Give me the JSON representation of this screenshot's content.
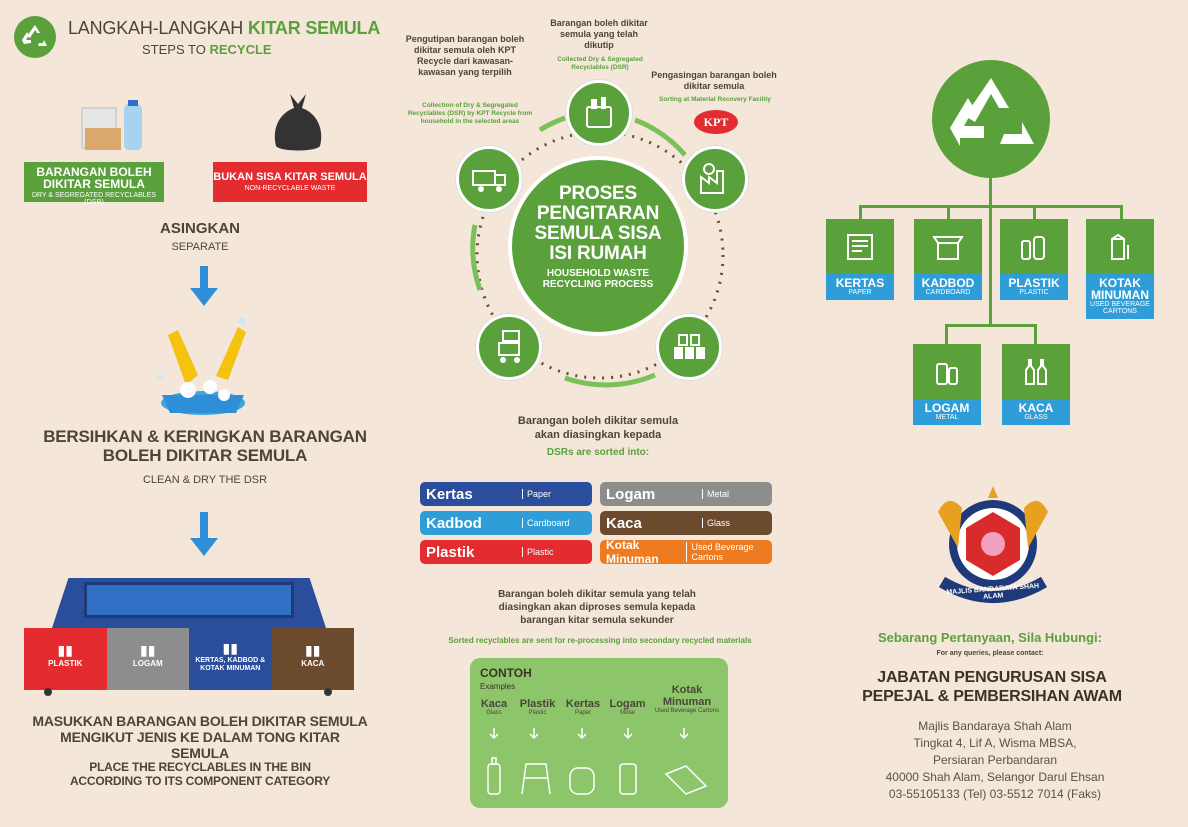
{
  "header": {
    "title_prefix": "LANGKAH-LANGKAH",
    "title_highlight": "KITAR SEMULA",
    "subtitle_prefix": "STEPS TO",
    "subtitle_highlight": "RECYCLE"
  },
  "left": {
    "dsr_label": "BARANGAN BOLEH DIKITAR SEMULA",
    "dsr_sub": "DRY & SEGREGATED RECYCLABLES (DSR)",
    "nonrec_label": "BUKAN SISA KITAR SEMULA",
    "nonrec_sub": "NON-RECYCLABLE WASTE",
    "step1": "ASINGKAN",
    "step1_en": "SEPARATE",
    "step2": "BERSIHKAN & KERINGKAN BARANGAN BOLEH DIKITAR SEMULA",
    "step2_en": "CLEAN & DRY THE DSR",
    "bins": [
      {
        "label": "PLASTIK",
        "color": "#e32b30"
      },
      {
        "label": "LOGAM",
        "color": "#8e8d8d"
      },
      {
        "label": "KERTAS, KADBOD & KOTAK MINUMAN",
        "color": "#2a4d9c"
      },
      {
        "label": "KACA",
        "color": "#6b4a2e"
      }
    ],
    "step3": "MASUKKAN BARANGAN BOLEH DIKITAR SEMULA MENGIKUT JENIS KE DALAM TONG KITAR SEMULA",
    "step3_en": "PLACE THE RECYCLABLES IN THE BIN ACCORDING TO ITS COMPONENT CATEGORY"
  },
  "center": {
    "process_title": "PROSES PENGITARAN SEMULA SISA ISI RUMAH",
    "process_sub": "HOUSEHOLD WASTE RECYCLING PROCESS",
    "collect_ms": "Pengutipan barangan boleh dikitar semula oleh KPT Recycle dari kawasan-kawasan yang terpilih",
    "collect_en": "Collection of Dry & Segregated Recyclables (DSR) by KPT Recycle from household in the selected areas",
    "collected_ms": "Barangan boleh dikitar semula yang telah dikutip",
    "collected_en": "Collected Dry & Segregated Recyclables (DSR)",
    "sorting_ms": "Pengasingan barangan boleh dikitar semula",
    "sorting_en": "Sorting at Material Recovery Facility",
    "kpt": "KPT",
    "sorted_ms": "Barangan boleh dikitar semula akan diasingkan kepada",
    "sorted_en": "DSRs are sorted into:",
    "pills": [
      {
        "ms": "Kertas",
        "en": "Paper",
        "color": "#2a4d9c"
      },
      {
        "ms": "Logam",
        "en": "Metal",
        "color": "#8e8d8d"
      },
      {
        "ms": "Kadbod",
        "en": "Cardboard",
        "color": "#2f9ed8"
      },
      {
        "ms": "Kaca",
        "en": "Glass",
        "color": "#6b4a2e"
      },
      {
        "ms": "Plastik",
        "en": "Plastic",
        "color": "#e32b30"
      },
      {
        "ms": "Kotak Minuman",
        "en": "Used Beverage Cartons",
        "color": "#ef7b21"
      }
    ],
    "reprocess_ms": "Barangan boleh dikitar semula yang telah diasingkan akan diproses semula kepada barangan kitar semula sekunder",
    "reprocess_en": "Sorted recyclables are sent for re-processing into secondary recycled materials",
    "contoh": "CONTOH",
    "examples_label": "Examples",
    "examples": [
      {
        "ms": "Kaca",
        "en": "Glass"
      },
      {
        "ms": "Plastik",
        "en": "Plastic"
      },
      {
        "ms": "Kertas",
        "en": "Paper"
      },
      {
        "ms": "Logam",
        "en": "Metal"
      },
      {
        "ms": "Kotak Minuman",
        "en": "Used Beverage Cartons"
      }
    ]
  },
  "right": {
    "categories": [
      {
        "ms": "KERTAS",
        "en": "PAPER"
      },
      {
        "ms": "KADBOD",
        "en": "CARDBOARD"
      },
      {
        "ms": "PLASTIK",
        "en": "PLASTIC"
      },
      {
        "ms": "KOTAK MINUMAN",
        "en": "USED BEVERAGE CARTONS"
      },
      {
        "ms": "LOGAM",
        "en": "METAL"
      },
      {
        "ms": "KACA",
        "en": "GLASS"
      }
    ],
    "seal_text": "MAJLIS BANDARAYA SHAH ALAM",
    "contact_title": "Sebarang Pertanyaan, Sila Hubungi:",
    "contact_sub": "For any queries, please contact:",
    "dept": "JABATAN PENGURUSAN SISA PEPEJAL & PEMBERSIHAN AWAM",
    "addr1": "Majlis Bandaraya Shah Alam",
    "addr2": "Tingkat 4, Lif A, Wisma MBSA,",
    "addr3": "Persiaran Perbandaran",
    "addr4": "40000 Shah Alam, Selangor Darul Ehsan",
    "phone": "03-55105133 (Tel)  03-5512 7014 (Faks)"
  }
}
